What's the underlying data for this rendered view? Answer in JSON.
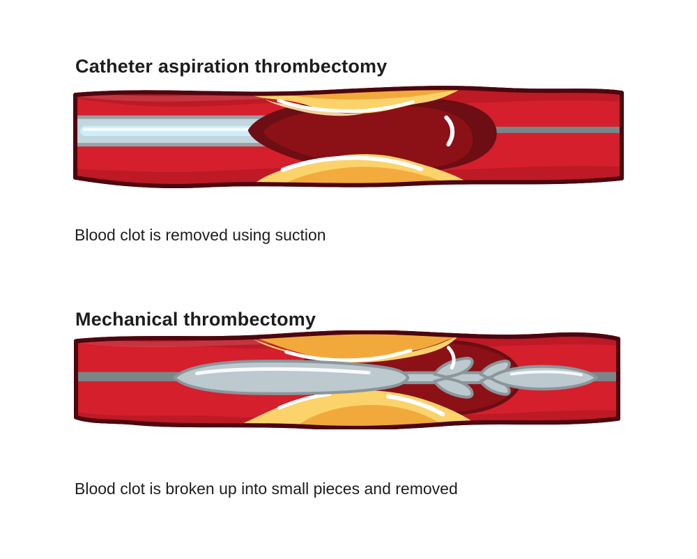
{
  "page": {
    "background": "#ffffff"
  },
  "sections": [
    {
      "title": "Catheter aspiration thrombectomy",
      "caption": "Blood clot is removed using suction",
      "illustration": "artery-with-aspiration-catheter-and-blood-clot"
    },
    {
      "title": "Mechanical thrombectomy",
      "caption": "Blood clot is broken up into small pieces and removed",
      "illustration": "artery-with-stent-retriever-device-and-blood-clot"
    }
  ],
  "colors": {
    "text": "#1d1d1f",
    "page_bg": "#ffffff",
    "vessel_outline": "#4d060f",
    "vessel_red": "#d51f2c",
    "vessel_red_dark": "#bd1a26",
    "clot": "#8b1117",
    "clot_dark": "#6d0d14",
    "plaque_yellow": "#fbd36a",
    "plaque_light": "#fde9ad",
    "plaque_orange": "#f2a93b",
    "catheter_fill": "#c3d6de",
    "catheter_core": "#cdeffb",
    "catheter_border": "#97a1a6",
    "wire": "#7b8587",
    "device_fill": "#bcc9cf",
    "device_outline": "#8b969b",
    "highlight": "#ffffff"
  }
}
